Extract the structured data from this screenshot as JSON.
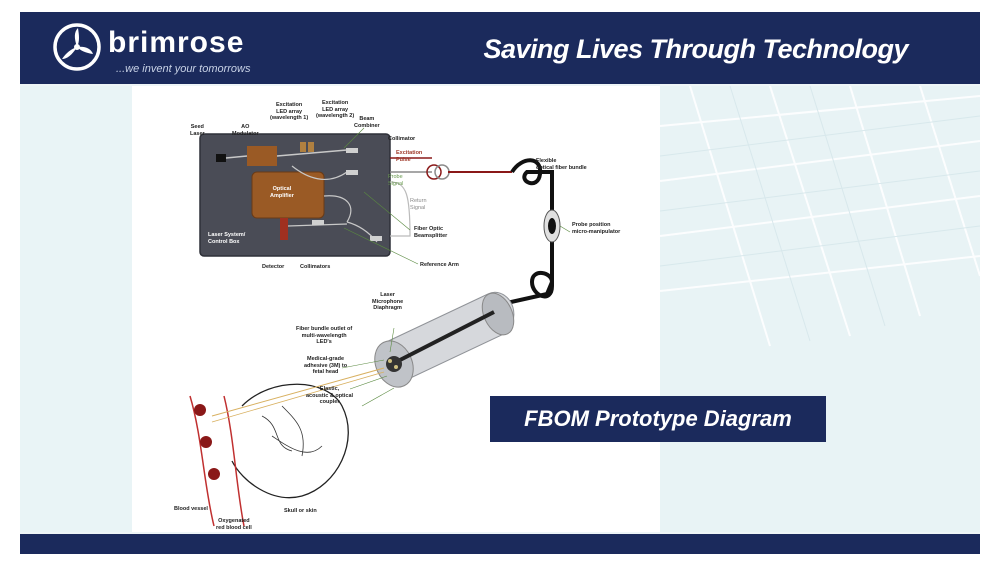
{
  "header": {
    "brand": "brimrose",
    "brand_tagline": "...we invent your tomorrows",
    "tagline": "Saving Lives Through Technology"
  },
  "caption": "FBOM Prototype Diagram",
  "diagram": {
    "labels": {
      "seed_laser": [
        "Seed",
        "Laser"
      ],
      "ao_modulator": [
        "AO",
        "Modulator"
      ],
      "excitation_led_1": [
        "Excitation",
        "LED array",
        "(wavelength 1)"
      ],
      "excitation_led_2": [
        "Excitation",
        "LED array",
        "(wavelength 2)"
      ],
      "beam_combiner": [
        "Beam",
        "Combiner"
      ],
      "collimator": [
        "Collimator"
      ],
      "excitation_pulse": [
        "Excitation",
        "Pulse"
      ],
      "probe_signal": [
        "Probe",
        "Signal"
      ],
      "return_signal": [
        "Return",
        "Signal"
      ],
      "optical_amplifier": [
        "Optical",
        "Amplifier"
      ],
      "laser_system": [
        "Laser System/",
        "Control Box"
      ],
      "fiber_optic_beamsplitter": [
        "Fiber Optic",
        "Beamsplitter"
      ],
      "detector": [
        "Detector"
      ],
      "collimators": [
        "Collimators"
      ],
      "reference_arm": [
        "Reference Arm"
      ],
      "flexible_bundle": [
        "Flexible",
        "optical fiber bundle"
      ],
      "probe_position": [
        "Probe position",
        "micro-manipulator"
      ],
      "laser_microphone": [
        "Laser",
        "Microphone",
        "Diaphragm"
      ],
      "fiber_bundle_outlet": [
        "Fiber bundle outlet of",
        "multi-wavelength",
        "LED's"
      ],
      "medical_adhesive": [
        "Medical-grade",
        "adhesive (3M) to",
        "fetal head"
      ],
      "elastic_coupler": [
        "Elastic,",
        "acoustic & optical",
        "coupler"
      ],
      "blood_vessel": [
        "Blood vessel"
      ],
      "oxygenated_rbc": [
        "Oxygenated",
        "red blood cell"
      ],
      "skull": [
        "Skull or skin"
      ]
    }
  },
  "colors": {
    "navy": "#1b2a5c",
    "control_box": "#4a4c56",
    "amplifier": "#9a5a25",
    "blood": "#8a1818"
  }
}
